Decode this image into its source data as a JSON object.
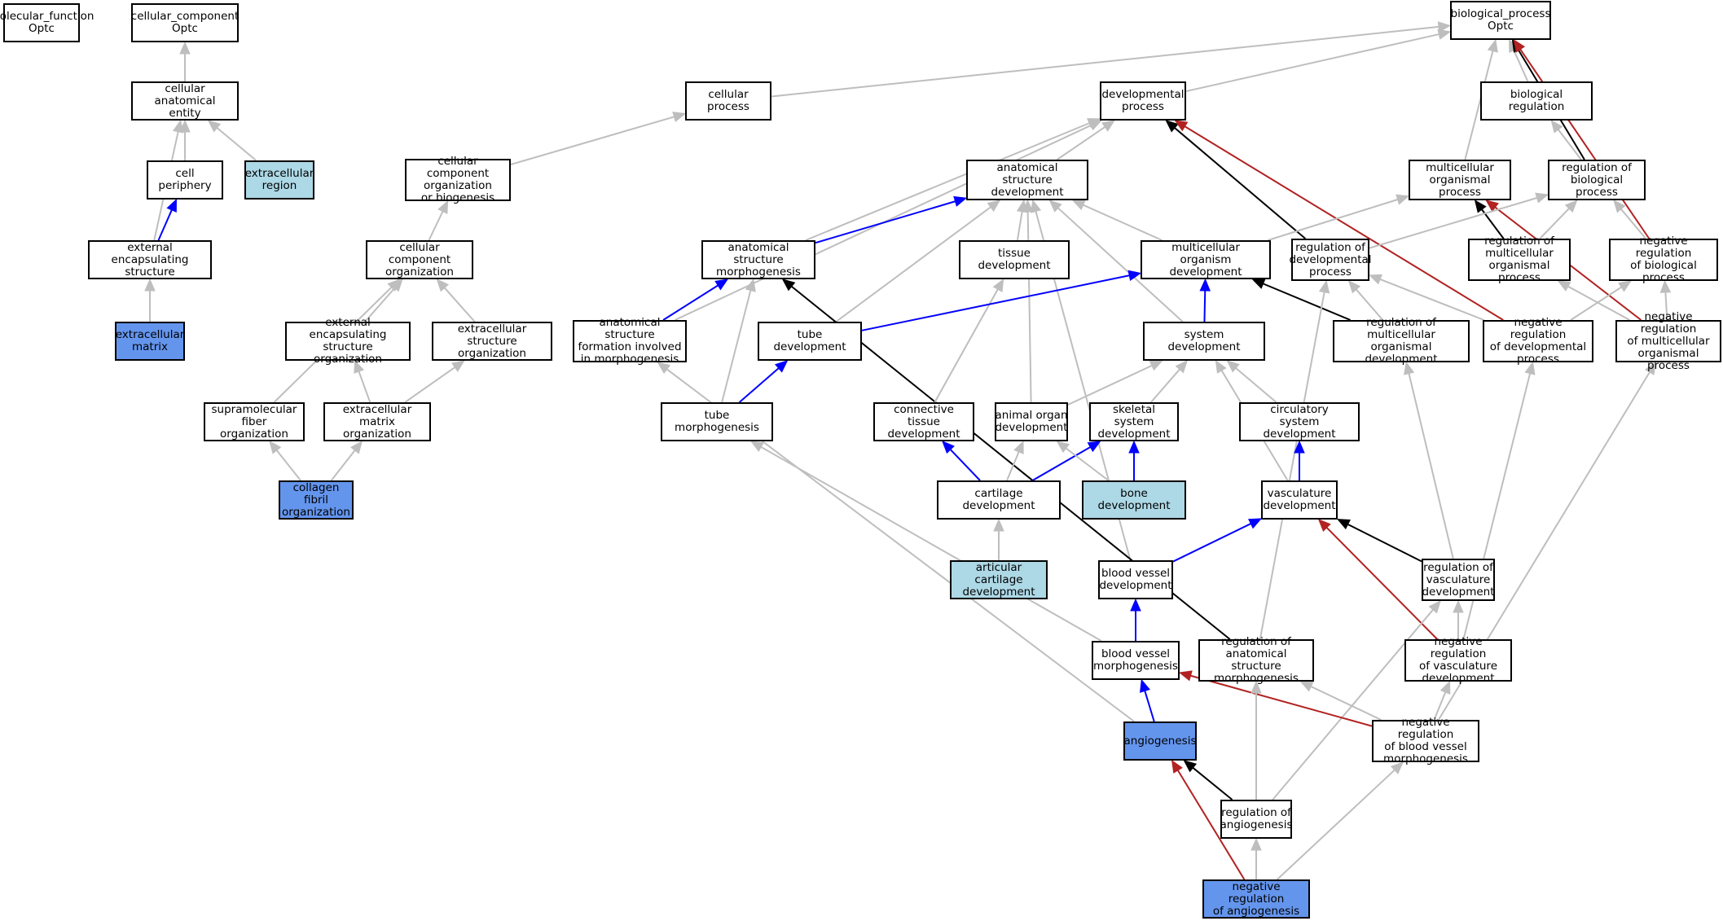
{
  "colors": {
    "is_a": "#bebebe",
    "part_of": "#0000ff",
    "regulates": "#000000",
    "negatively_regulates": "#b22222",
    "plain_fill": "#ffffff",
    "light_fill": "#add8e6",
    "focus_fill": "#6495ed"
  },
  "nodes": [
    {
      "id": "mf",
      "label": "molecular_function\nOptc",
      "style": "plain"
    },
    {
      "id": "cc",
      "label": "cellular_component\nOptc",
      "style": "plain"
    },
    {
      "id": "bp",
      "label": "biological_process\nOptc",
      "style": "plain"
    },
    {
      "id": "cae",
      "label": "cellular anatomical\nentity",
      "style": "plain"
    },
    {
      "id": "cp",
      "label": "cellular process",
      "style": "plain"
    },
    {
      "id": "devp",
      "label": "developmental\nprocess",
      "style": "plain"
    },
    {
      "id": "breg",
      "label": "biological regulation",
      "style": "plain"
    },
    {
      "id": "cper",
      "label": "cell periphery",
      "style": "plain"
    },
    {
      "id": "exreg",
      "label": "extracellular\nregion",
      "style": "light"
    },
    {
      "id": "ccob",
      "label": "cellular component\norganization\nor biogenesis",
      "style": "plain"
    },
    {
      "id": "asd",
      "label": "anatomical structure\ndevelopment",
      "style": "plain"
    },
    {
      "id": "mop",
      "label": "multicellular\norganismal process",
      "style": "plain"
    },
    {
      "id": "rbp",
      "label": "regulation of\nbiological process",
      "style": "plain"
    },
    {
      "id": "ees",
      "label": "external encapsulating\nstructure",
      "style": "plain"
    },
    {
      "id": "cco",
      "label": "cellular component\norganization",
      "style": "plain"
    },
    {
      "id": "asm",
      "label": "anatomical structure\nmorphogenesis",
      "style": "plain"
    },
    {
      "id": "tisd",
      "label": "tissue development",
      "style": "plain"
    },
    {
      "id": "mod",
      "label": "multicellular\norganism development",
      "style": "plain"
    },
    {
      "id": "rdp",
      "label": "regulation of\ndevelopmental\nprocess",
      "style": "plain"
    },
    {
      "id": "rmop",
      "label": "regulation of\nmulticellular\norganismal process",
      "style": "plain"
    },
    {
      "id": "nrbp",
      "label": "negative regulation\nof biological\nprocess",
      "style": "plain"
    },
    {
      "id": "ecm",
      "label": "extracellular\nmatrix",
      "style": "focus"
    },
    {
      "id": "eeso",
      "label": "external encapsulating\nstructure organization",
      "style": "plain"
    },
    {
      "id": "eso",
      "label": "extracellular\nstructure organization",
      "style": "plain"
    },
    {
      "id": "asfm",
      "label": "anatomical structure\nformation involved\nin morphogenesis",
      "style": "plain"
    },
    {
      "id": "tubd",
      "label": "tube development",
      "style": "plain"
    },
    {
      "id": "sysd",
      "label": "system development",
      "style": "plain"
    },
    {
      "id": "rmod",
      "label": "regulation of\nmulticellular\norganismal development",
      "style": "plain"
    },
    {
      "id": "nrdp",
      "label": "negative regulation\nof developmental\nprocess",
      "style": "plain"
    },
    {
      "id": "nrmop",
      "label": "negative regulation\nof multicellular\norganismal process",
      "style": "plain"
    },
    {
      "id": "sfo",
      "label": "supramolecular\nfiber organization",
      "style": "plain"
    },
    {
      "id": "emo",
      "label": "extracellular\nmatrix organization",
      "style": "plain"
    },
    {
      "id": "tubm",
      "label": "tube morphogenesis",
      "style": "plain"
    },
    {
      "id": "ctd",
      "label": "connective tissue\ndevelopment",
      "style": "plain"
    },
    {
      "id": "aod",
      "label": "animal organ\ndevelopment",
      "style": "plain"
    },
    {
      "id": "ssd",
      "label": "skeletal system\ndevelopment",
      "style": "plain"
    },
    {
      "id": "csd",
      "label": "circulatory\nsystem development",
      "style": "plain"
    },
    {
      "id": "cfo",
      "label": "collagen fibril\norganization",
      "style": "focus"
    },
    {
      "id": "cartd",
      "label": "cartilage development",
      "style": "plain"
    },
    {
      "id": "boned",
      "label": "bone development",
      "style": "light"
    },
    {
      "id": "vascd",
      "label": "vasculature\ndevelopment",
      "style": "plain"
    },
    {
      "id": "acd",
      "label": "articular cartilage\ndevelopment",
      "style": "light"
    },
    {
      "id": "bvd",
      "label": "blood vessel\ndevelopment",
      "style": "plain"
    },
    {
      "id": "rvd",
      "label": "regulation of\nvasculature\ndevelopment",
      "style": "plain"
    },
    {
      "id": "bvm",
      "label": "blood vessel\nmorphogenesis",
      "style": "plain"
    },
    {
      "id": "rasm",
      "label": "regulation of\nanatomical structure\nmorphogenesis",
      "style": "plain"
    },
    {
      "id": "nrvd",
      "label": "negative regulation\nof vasculature\ndevelopment",
      "style": "plain"
    },
    {
      "id": "angio",
      "label": "angiogenesis",
      "style": "focus"
    },
    {
      "id": "nrbvm",
      "label": "negative regulation\nof blood vessel\nmorphogenesis",
      "style": "plain"
    },
    {
      "id": "rangio",
      "label": "regulation of\nangiogenesis",
      "style": "plain"
    },
    {
      "id": "nrangio",
      "label": "negative regulation\nof angiogenesis",
      "style": "focus"
    }
  ],
  "edges": [
    {
      "from": "cae",
      "to": "cc",
      "type": "is_a"
    },
    {
      "from": "cper",
      "to": "cae",
      "type": "is_a"
    },
    {
      "from": "exreg",
      "to": "cae",
      "type": "is_a"
    },
    {
      "from": "ees",
      "to": "cae",
      "type": "is_a"
    },
    {
      "from": "ees",
      "to": "cper",
      "type": "part_of"
    },
    {
      "from": "ecm",
      "to": "ees",
      "type": "is_a"
    },
    {
      "from": "cp",
      "to": "bp",
      "type": "is_a"
    },
    {
      "from": "devp",
      "to": "bp",
      "type": "is_a"
    },
    {
      "from": "breg",
      "to": "bp",
      "type": "is_a"
    },
    {
      "from": "mop",
      "to": "bp",
      "type": "is_a"
    },
    {
      "from": "rbp",
      "to": "bp",
      "type": "regulates"
    },
    {
      "from": "nrbp",
      "to": "bp",
      "type": "negatively_regulates"
    },
    {
      "from": "ccob",
      "to": "cp",
      "type": "is_a"
    },
    {
      "from": "cco",
      "to": "ccob",
      "type": "is_a"
    },
    {
      "from": "eeso",
      "to": "cco",
      "type": "is_a"
    },
    {
      "from": "eso",
      "to": "cco",
      "type": "is_a"
    },
    {
      "from": "sfo",
      "to": "cco",
      "type": "is_a"
    },
    {
      "from": "emo",
      "to": "eeso",
      "type": "is_a"
    },
    {
      "from": "emo",
      "to": "eso",
      "type": "is_a"
    },
    {
      "from": "cfo",
      "to": "sfo",
      "type": "is_a"
    },
    {
      "from": "cfo",
      "to": "emo",
      "type": "is_a"
    },
    {
      "from": "asd",
      "to": "devp",
      "type": "is_a"
    },
    {
      "from": "asm",
      "to": "devp",
      "type": "is_a"
    },
    {
      "from": "asfm",
      "to": "devp",
      "type": "is_a"
    },
    {
      "from": "rdp",
      "to": "devp",
      "type": "regulates"
    },
    {
      "from": "nrdp",
      "to": "devp",
      "type": "negatively_regulates"
    },
    {
      "from": "rbp",
      "to": "breg",
      "type": "is_a"
    },
    {
      "from": "asm",
      "to": "asd",
      "type": "part_of"
    },
    {
      "from": "tisd",
      "to": "asd",
      "type": "is_a"
    },
    {
      "from": "mod",
      "to": "asd",
      "type": "is_a"
    },
    {
      "from": "tubd",
      "to": "asd",
      "type": "is_a"
    },
    {
      "from": "aod",
      "to": "asd",
      "type": "is_a"
    },
    {
      "from": "sysd",
      "to": "asd",
      "type": "is_a"
    },
    {
      "from": "bvd",
      "to": "asd",
      "type": "is_a"
    },
    {
      "from": "mod",
      "to": "mop",
      "type": "is_a"
    },
    {
      "from": "rmop",
      "to": "mop",
      "type": "regulates"
    },
    {
      "from": "nrmop",
      "to": "mop",
      "type": "negatively_regulates"
    },
    {
      "from": "rdp",
      "to": "rbp",
      "type": "is_a"
    },
    {
      "from": "rmop",
      "to": "rbp",
      "type": "is_a"
    },
    {
      "from": "nrbp",
      "to": "rbp",
      "type": "is_a"
    },
    {
      "from": "asfm",
      "to": "asm",
      "type": "part_of"
    },
    {
      "from": "tubm",
      "to": "asm",
      "type": "is_a"
    },
    {
      "from": "rasm",
      "to": "asm",
      "type": "regulates"
    },
    {
      "from": "ctd",
      "to": "tisd",
      "type": "is_a"
    },
    {
      "from": "tubd",
      "to": "mod",
      "type": "part_of"
    },
    {
      "from": "sysd",
      "to": "mod",
      "type": "part_of"
    },
    {
      "from": "rmod",
      "to": "mod",
      "type": "regulates"
    },
    {
      "from": "rmod",
      "to": "rdp",
      "type": "is_a"
    },
    {
      "from": "nrdp",
      "to": "rdp",
      "type": "is_a"
    },
    {
      "from": "rasm",
      "to": "rdp",
      "type": "is_a"
    },
    {
      "from": "nrdp",
      "to": "nrbp",
      "type": "is_a"
    },
    {
      "from": "nrmop",
      "to": "nrbp",
      "type": "is_a"
    },
    {
      "from": "nrmop",
      "to": "rmop",
      "type": "is_a"
    },
    {
      "from": "rvd",
      "to": "rmod",
      "type": "is_a"
    },
    {
      "from": "nrvd",
      "to": "nrdp",
      "type": "is_a"
    },
    {
      "from": "nrbvm",
      "to": "nrmop",
      "type": "is_a"
    },
    {
      "from": "tubm",
      "to": "tubd",
      "type": "part_of"
    },
    {
      "from": "bvm",
      "to": "tubm",
      "type": "is_a"
    },
    {
      "from": "cartd",
      "to": "ctd",
      "type": "part_of"
    },
    {
      "from": "cartd",
      "to": "aod",
      "type": "is_a"
    },
    {
      "from": "cartd",
      "to": "ssd",
      "type": "part_of"
    },
    {
      "from": "boned",
      "to": "ssd",
      "type": "part_of"
    },
    {
      "from": "boned",
      "to": "aod",
      "type": "is_a"
    },
    {
      "from": "aod",
      "to": "sysd",
      "type": "is_a"
    },
    {
      "from": "ssd",
      "to": "sysd",
      "type": "is_a"
    },
    {
      "from": "csd",
      "to": "sysd",
      "type": "is_a"
    },
    {
      "from": "vascd",
      "to": "sysd",
      "type": "is_a"
    },
    {
      "from": "vascd",
      "to": "csd",
      "type": "part_of"
    },
    {
      "from": "acd",
      "to": "cartd",
      "type": "is_a"
    },
    {
      "from": "bvd",
      "to": "vascd",
      "type": "part_of"
    },
    {
      "from": "rvd",
      "to": "vascd",
      "type": "regulates"
    },
    {
      "from": "nrvd",
      "to": "vascd",
      "type": "negatively_regulates"
    },
    {
      "from": "bvm",
      "to": "bvd",
      "type": "part_of"
    },
    {
      "from": "nrvd",
      "to": "rvd",
      "type": "is_a"
    },
    {
      "from": "rangio",
      "to": "rvd",
      "type": "is_a"
    },
    {
      "from": "nrbvm",
      "to": "nrvd",
      "type": "is_a"
    },
    {
      "from": "angio",
      "to": "bvm",
      "type": "part_of"
    },
    {
      "from": "nrbvm",
      "to": "bvm",
      "type": "negatively_regulates"
    },
    {
      "from": "angio",
      "to": "asfm",
      "type": "is_a"
    },
    {
      "from": "rangio",
      "to": "rasm",
      "type": "is_a"
    },
    {
      "from": "nrbvm",
      "to": "rasm",
      "type": "is_a"
    },
    {
      "from": "rangio",
      "to": "angio",
      "type": "regulates"
    },
    {
      "from": "nrangio",
      "to": "angio",
      "type": "negatively_regulates"
    },
    {
      "from": "nrangio",
      "to": "rangio",
      "type": "is_a"
    },
    {
      "from": "nrangio",
      "to": "nrbvm",
      "type": "is_a"
    }
  ]
}
